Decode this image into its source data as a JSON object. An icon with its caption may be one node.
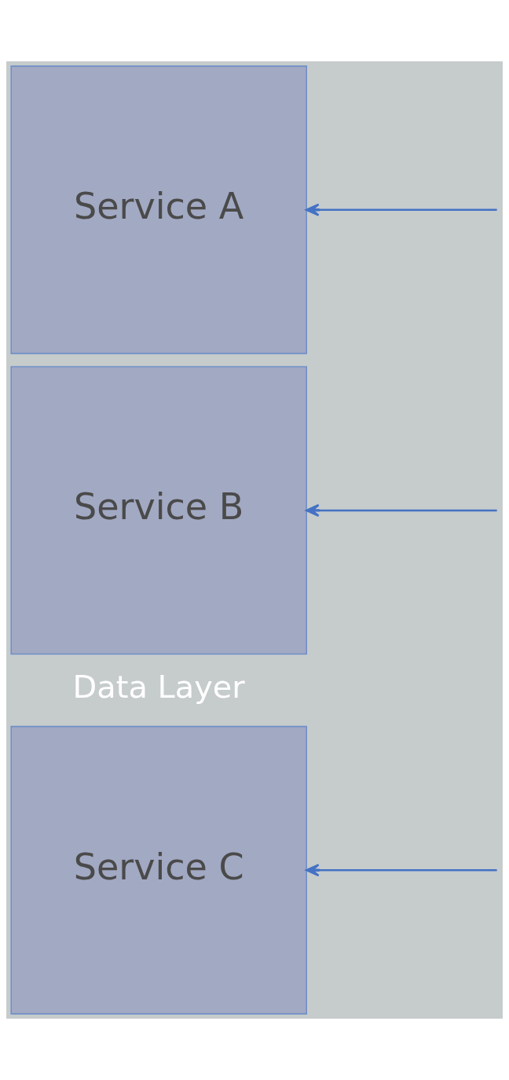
{
  "diagram": {
    "nodes": [
      {
        "text": [
          "Service A"
        ]
      },
      {
        "text": [
          "Service B"
        ]
      },
      {
        "text": [
          "Service C"
        ]
      }
    ],
    "edges": [
      {
        "from": null,
        "to": 0,
        "arrow": "to"
      },
      {
        "from": null,
        "to": 1,
        "arrow": "to"
      },
      {
        "from": null,
        "to": 2,
        "arrow": "to"
      }
    ],
    "labels": [
      "Data Layer"
    ]
  }
}
